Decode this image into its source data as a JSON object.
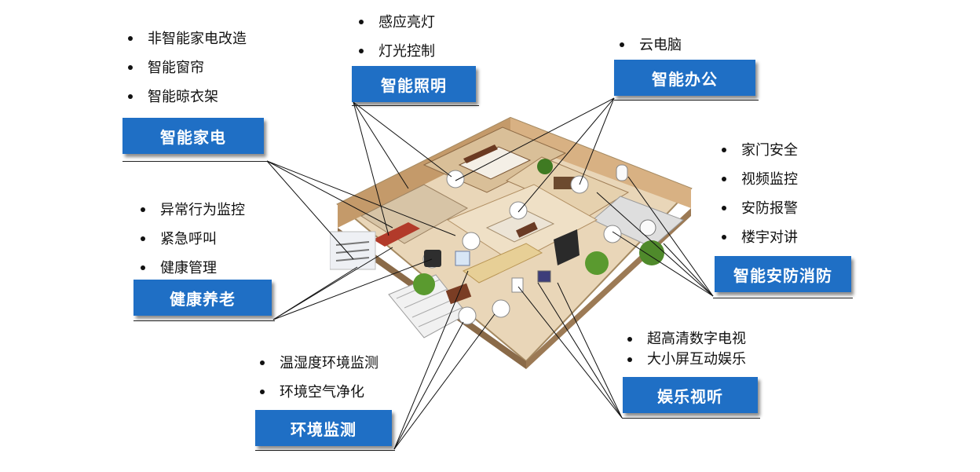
{
  "categories": [
    {
      "id": "appliance",
      "label": "智能家电",
      "items": [
        "非智能家电改造",
        "智能窗帘",
        "智能晾衣架"
      ]
    },
    {
      "id": "lighting",
      "label": "智能照明",
      "items": [
        "感应亮灯",
        "灯光控制"
      ]
    },
    {
      "id": "office",
      "label": "智能办公",
      "items": [
        "云电脑"
      ]
    },
    {
      "id": "security",
      "label": "智能安防消防",
      "items": [
        "家门安全",
        "视频监控",
        "安防报警",
        "楼宇对讲"
      ]
    },
    {
      "id": "elderly",
      "label": "健康养老",
      "items": [
        "异常行为监控",
        "紧急呼叫",
        "健康管理"
      ]
    },
    {
      "id": "environment",
      "label": "环境监测",
      "items": [
        "温湿度环境监测",
        "环境空气净化"
      ]
    },
    {
      "id": "entertainment",
      "label": "娱乐视听",
      "items": [
        "超高清数字电视",
        "大小屏互动娱乐"
      ]
    }
  ],
  "colors": {
    "box": "#1f6fc5",
    "box_text": "#ffffff",
    "line": "#111111"
  }
}
